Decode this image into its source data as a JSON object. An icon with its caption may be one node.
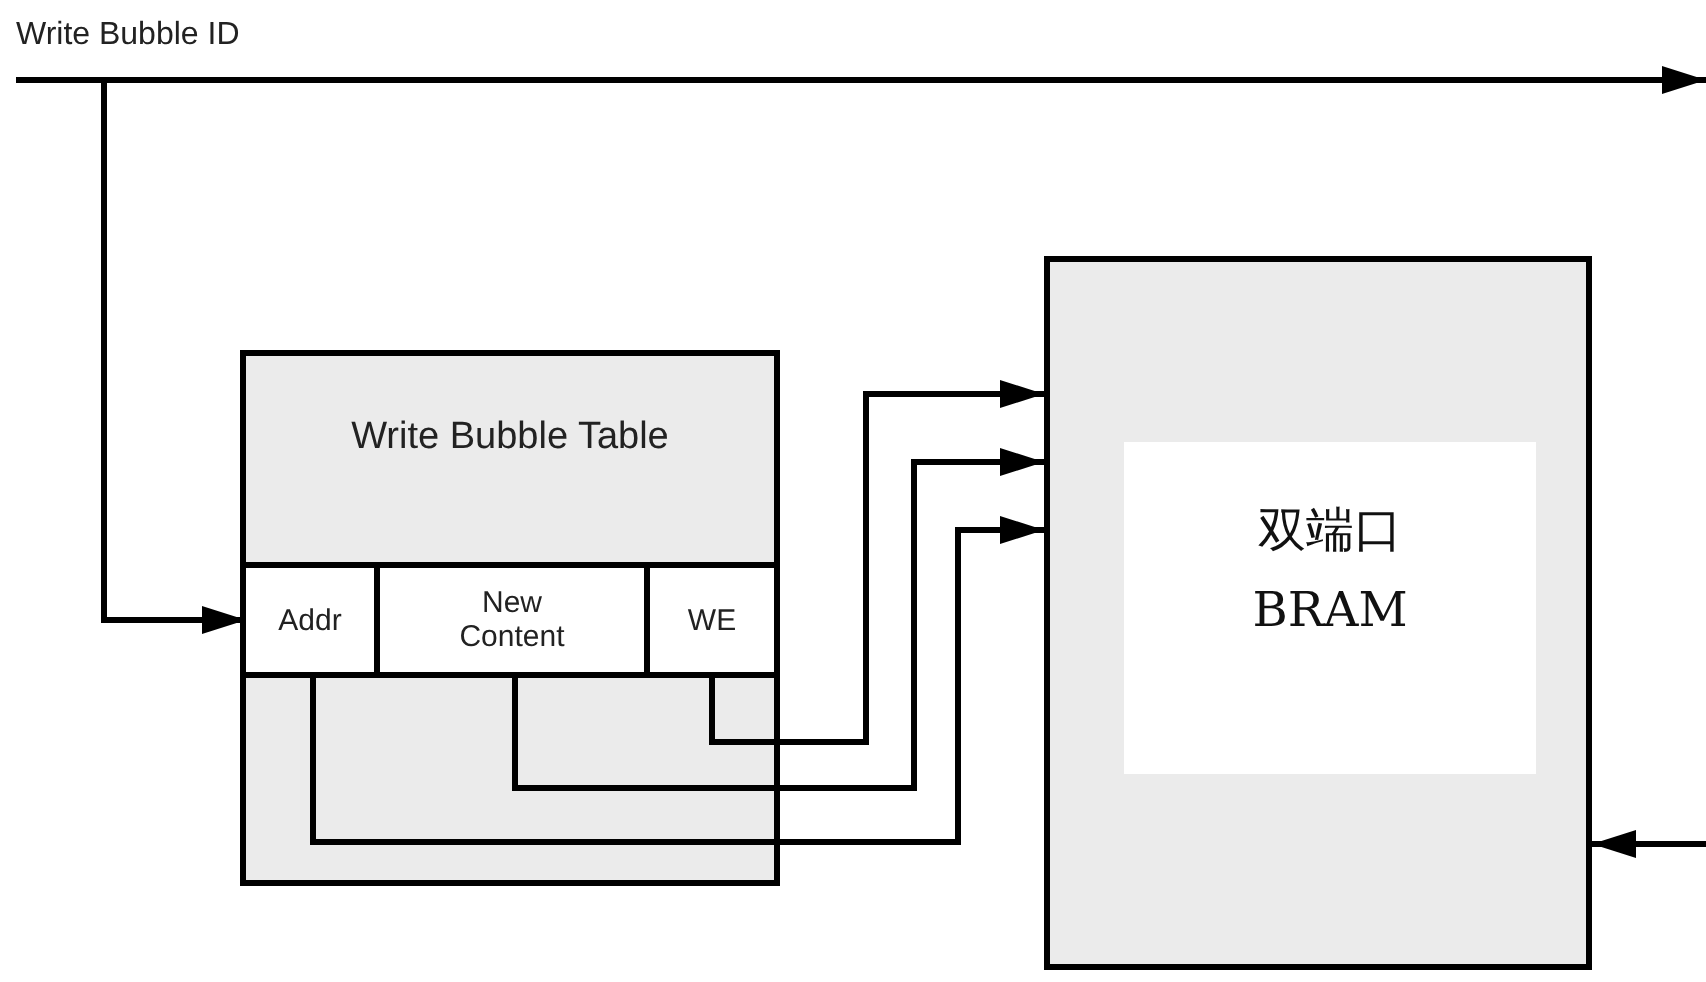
{
  "diagram": {
    "nodes": [
      {
        "text": [
          "Write Bubble Table"
        ]
      },
      {
        "text": [
          "Addr"
        ],
        "in": 0
      },
      {
        "text": [
          "New Content"
        ],
        "in": 0
      },
      {
        "text": [
          "WE"
        ],
        "in": 0
      },
      {
        "text": [],
        "shape": "box"
      },
      {
        "text": [
          "双端口 BRAM"
        ],
        "in": 4
      }
    ],
    "edges": [
      {
        "from": null,
        "to": 1,
        "arrow": "to",
        "label": "Write Bubble ID"
      },
      {
        "from": 3,
        "to": 4,
        "arrow": "to"
      },
      {
        "from": 2,
        "to": 4,
        "arrow": "to"
      },
      {
        "from": 1,
        "to": 4,
        "arrow": "to"
      },
      {
        "from": null,
        "to": 4,
        "arrow": "to"
      }
    ]
  }
}
